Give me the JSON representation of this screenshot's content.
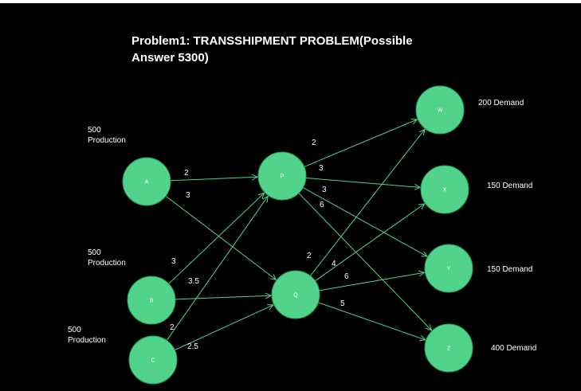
{
  "title": {
    "line1": "Problem1: TRANSSHIPMENT PROBLEM(Possible",
    "line2": "Answer 5300)"
  },
  "colors": {
    "background": "#000000",
    "node_fill": "#52d38b",
    "node_stroke": "#1f9e5c",
    "edge": "#52d38b",
    "text": "#ffffff"
  },
  "nodes": [
    {
      "id": "A",
      "label": "A"
    },
    {
      "id": "B",
      "label": "B"
    },
    {
      "id": "C",
      "label": "C"
    },
    {
      "id": "P",
      "label": "P"
    },
    {
      "id": "Q",
      "label": "Q"
    },
    {
      "id": "W",
      "label": "W"
    },
    {
      "id": "X",
      "label": "X"
    },
    {
      "id": "Y",
      "label": "Y"
    },
    {
      "id": "Z",
      "label": "Z"
    }
  ],
  "supply": [
    {
      "node": "A",
      "amount": "500",
      "word": "Production"
    },
    {
      "node": "B",
      "amount": "500",
      "word": "Production"
    },
    {
      "node": "C",
      "amount": "500",
      "word": "Production"
    }
  ],
  "demand": [
    {
      "node": "W",
      "text": "200 Demand"
    },
    {
      "node": "X",
      "text": "150 Demand"
    },
    {
      "node": "Y",
      "text": "150 Demand"
    },
    {
      "node": "Z",
      "text": "400 Demand"
    }
  ],
  "edges": [
    {
      "from": "A",
      "to": "P",
      "cost": "2"
    },
    {
      "from": "A",
      "to": "Q",
      "cost": "3"
    },
    {
      "from": "B",
      "to": "P",
      "cost": "3"
    },
    {
      "from": "B",
      "to": "Q",
      "cost": "3.5"
    },
    {
      "from": "C",
      "to": "P",
      "cost": "2"
    },
    {
      "from": "C",
      "to": "Q",
      "cost": "2.5"
    },
    {
      "from": "P",
      "to": "W",
      "cost": "2"
    },
    {
      "from": "P",
      "to": "X",
      "cost": "3"
    },
    {
      "from": "P",
      "to": "Y",
      "cost": "3"
    },
    {
      "from": "P",
      "to": "Z",
      "cost": "6"
    },
    {
      "from": "Q",
      "to": "W",
      "cost": "2"
    },
    {
      "from": "Q",
      "to": "X",
      "cost": "4"
    },
    {
      "from": "Q",
      "to": "Y",
      "cost": "6"
    },
    {
      "from": "Q",
      "to": "Z",
      "cost": "5"
    }
  ]
}
